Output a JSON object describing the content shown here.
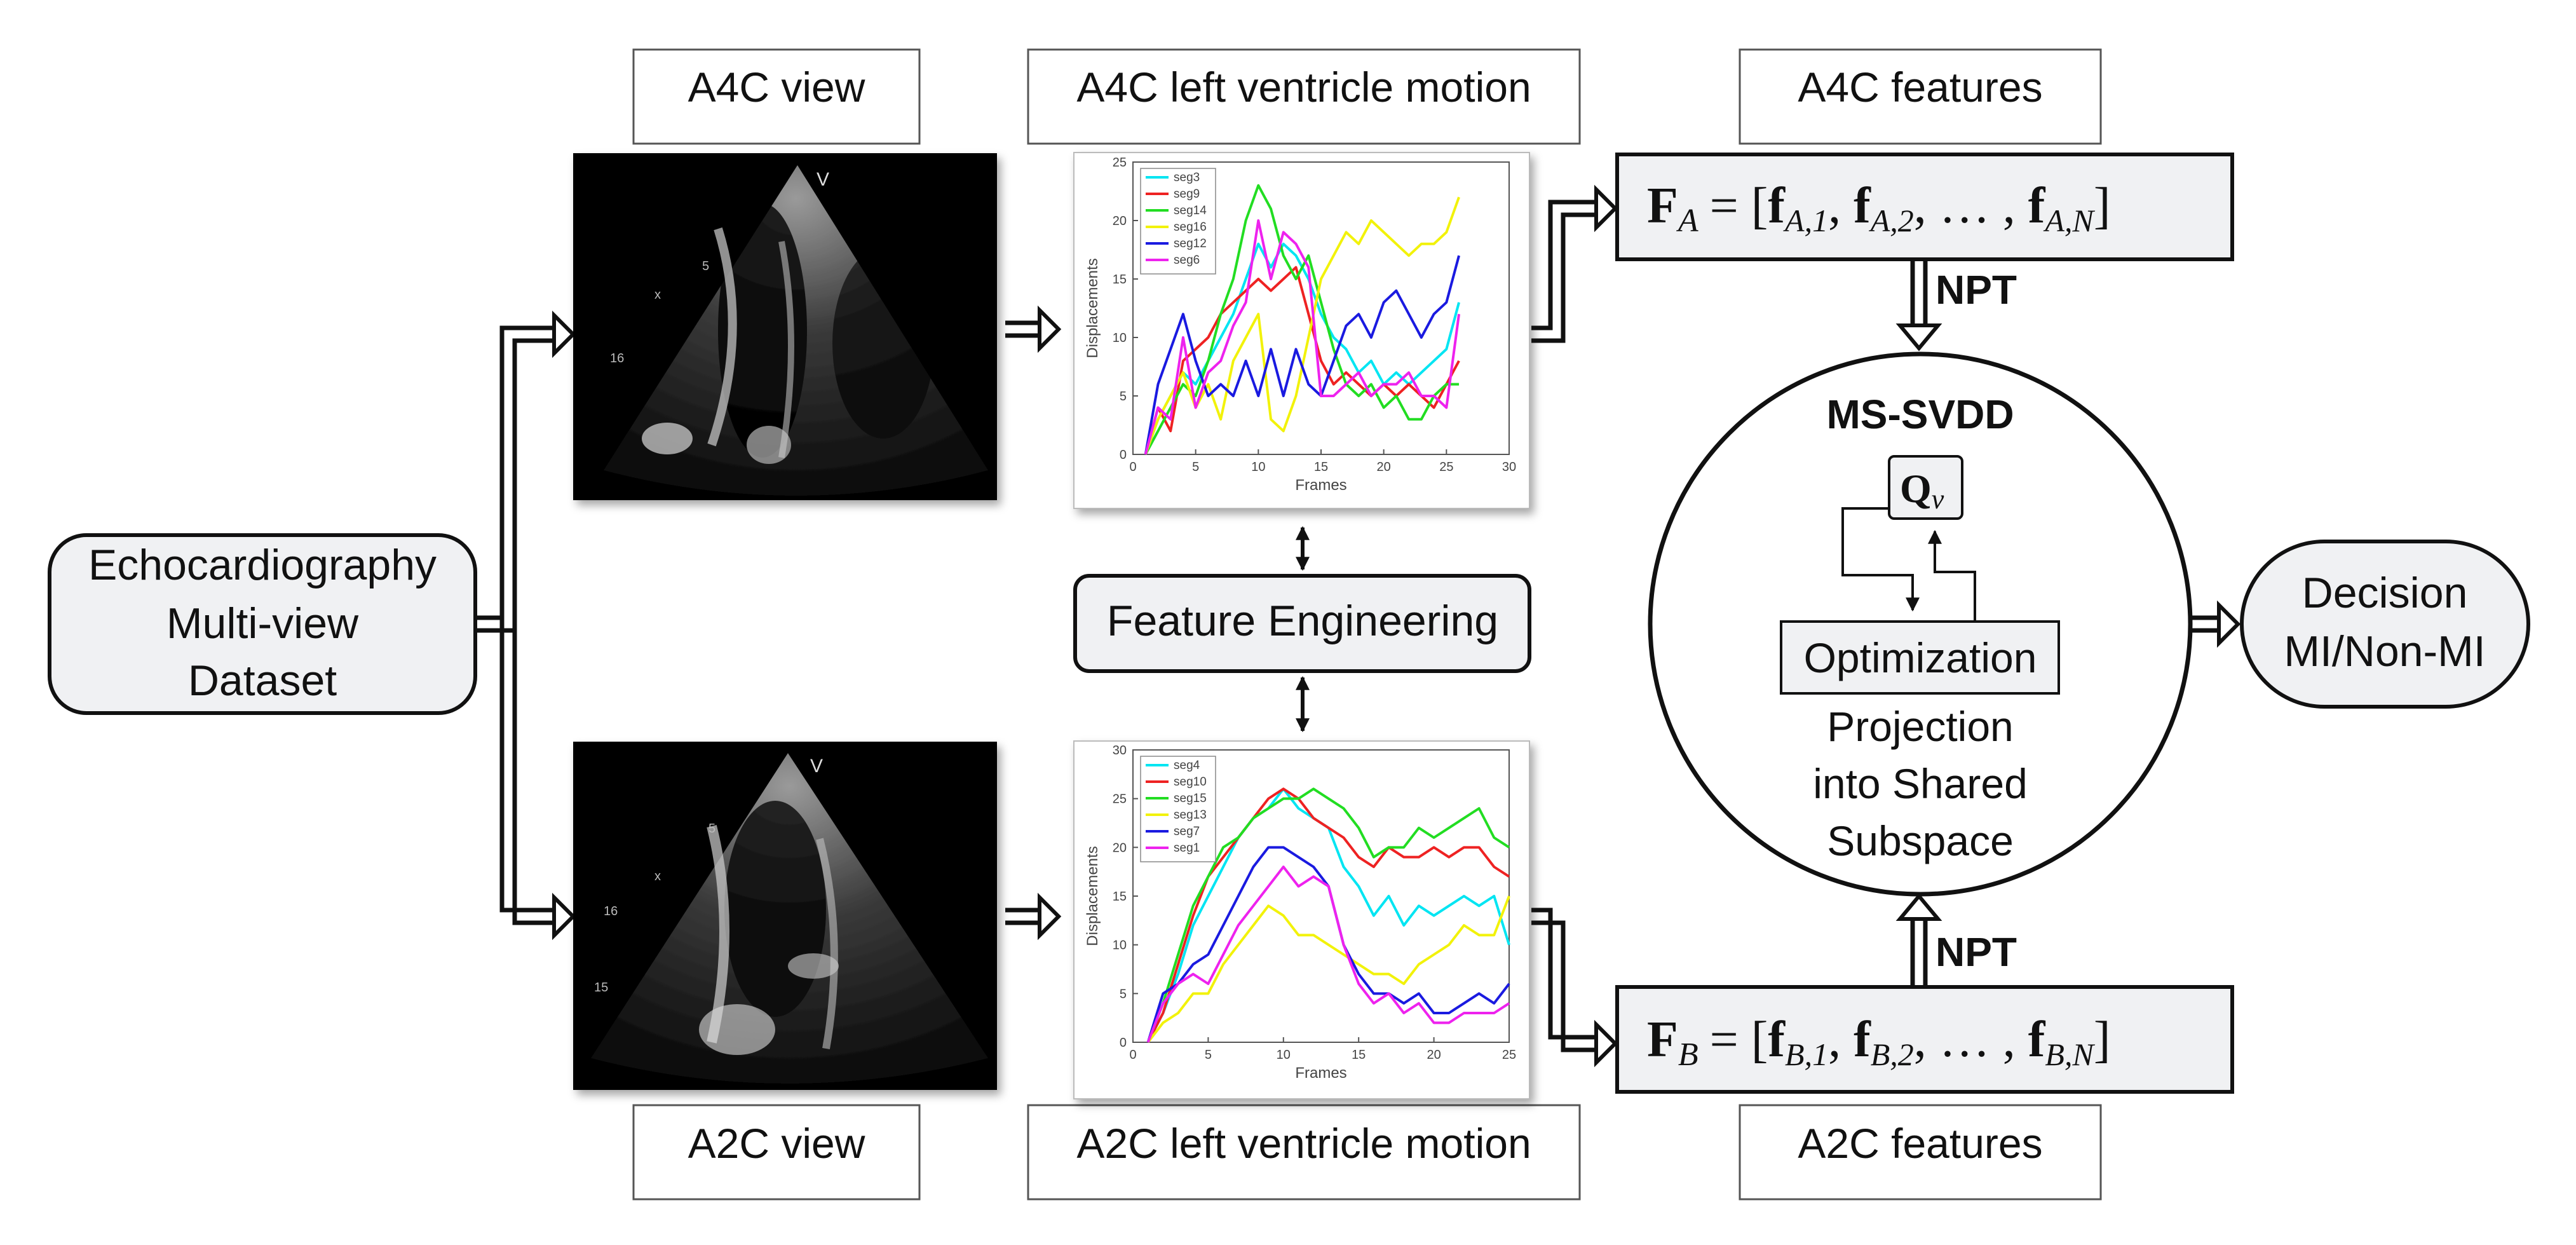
{
  "labels": {
    "dataset": [
      "Echocardiography",
      "Multi-view",
      "Dataset"
    ],
    "a4c_view": "A4C view",
    "a2c_view": "A2C view",
    "a4c_motion": "A4C left ventricle motion",
    "a2c_motion": "A2C left ventricle motion",
    "feature_engineering": "Feature Engineering",
    "a4c_features": "A4C features",
    "a2c_features": "A2C features",
    "npt": "NPT",
    "ms_svdd": "MS-SVDD",
    "q_v": "Q",
    "q_sub": "v",
    "optimization": "Optimization",
    "projection": [
      "Projection",
      "into Shared",
      "Subspace"
    ],
    "decision": [
      "Decision",
      "MI/Non-MI"
    ]
  },
  "echo_marks": {
    "top": {
      "probe": "V",
      "depths": [
        "5",
        "x",
        "16"
      ]
    },
    "bottom": {
      "probe": "V",
      "depths": [
        "5",
        "x",
        "16",
        "15"
      ]
    }
  },
  "formulas": {
    "fa": {
      "F": "F",
      "sub": "A",
      "eq": "= [",
      "f": "f",
      "items": [
        "A,1",
        "A,2",
        "A,N"
      ],
      "dots": "…",
      "close": "]"
    },
    "fb": {
      "F": "F",
      "sub": "B",
      "eq": "= [",
      "f": "f",
      "items": [
        "B,1",
        "B,2",
        "B,N"
      ],
      "dots": "…",
      "close": "]"
    }
  },
  "colors": {
    "box_fill": "#f0f1f3",
    "stroke": "#111111",
    "cyan": "#00e5f2",
    "red": "#ee2222",
    "green": "#22dd22",
    "yellow": "#f2f20a",
    "blue": "#1a1ae0",
    "magenta": "#ee22ee"
  },
  "chart_data": [
    {
      "type": "line",
      "title": "",
      "xlabel": "Frames",
      "ylabel": "Displacements",
      "xlim": [
        0,
        30
      ],
      "ylim": [
        0,
        25
      ],
      "xticks": [
        0,
        5,
        10,
        15,
        20,
        25,
        30
      ],
      "yticks": [
        0,
        5,
        10,
        15,
        20,
        25
      ],
      "legend": "top-left",
      "x": [
        1,
        2,
        3,
        4,
        5,
        6,
        7,
        8,
        9,
        10,
        11,
        12,
        13,
        14,
        15,
        16,
        17,
        18,
        19,
        20,
        21,
        22,
        23,
        24,
        25,
        26
      ],
      "series": [
        {
          "name": "seg3",
          "color": "#00e5f2",
          "values": [
            0,
            3,
            5,
            7,
            6,
            8,
            10,
            12,
            15,
            18,
            16,
            18,
            17,
            15,
            12,
            10,
            9,
            7,
            8,
            6,
            7,
            6,
            7,
            8,
            9,
            13
          ]
        },
        {
          "name": "seg9",
          "color": "#ee2222",
          "values": [
            0,
            4,
            2,
            8,
            9,
            10,
            12,
            13,
            14,
            15,
            14,
            15,
            16,
            12,
            8,
            6,
            7,
            6,
            5,
            6,
            5,
            6,
            5,
            4,
            6,
            8
          ]
        },
        {
          "name": "seg14",
          "color": "#22dd22",
          "values": [
            0,
            2,
            4,
            6,
            5,
            8,
            12,
            15,
            20,
            23,
            21,
            17,
            15,
            17,
            13,
            9,
            6,
            5,
            6,
            4,
            5,
            3,
            3,
            5,
            6,
            6
          ]
        },
        {
          "name": "seg16",
          "color": "#f2f20a",
          "values": [
            0,
            3,
            5,
            7,
            4,
            6,
            3,
            8,
            10,
            12,
            3,
            2,
            5,
            10,
            15,
            17,
            19,
            18,
            20,
            19,
            18,
            17,
            18,
            18,
            19,
            22
          ]
        },
        {
          "name": "seg12",
          "color": "#1a1ae0",
          "values": [
            0,
            6,
            9,
            12,
            8,
            5,
            6,
            5,
            8,
            5,
            9,
            5,
            9,
            6,
            5,
            8,
            11,
            12,
            10,
            13,
            14,
            12,
            10,
            12,
            13,
            17
          ]
        },
        {
          "name": "seg6",
          "color": "#ee22ee",
          "values": [
            0,
            4,
            3,
            10,
            4,
            7,
            8,
            11,
            13,
            20,
            15,
            19,
            18,
            16,
            5,
            5,
            6,
            7,
            5,
            6,
            6,
            7,
            5,
            5,
            4,
            12
          ]
        }
      ]
    },
    {
      "type": "line",
      "title": "",
      "xlabel": "Frames",
      "ylabel": "Displacements",
      "xlim": [
        0,
        25
      ],
      "ylim": [
        0,
        30
      ],
      "xticks": [
        0,
        5,
        10,
        15,
        20,
        25
      ],
      "yticks": [
        0,
        5,
        10,
        15,
        20,
        25,
        30
      ],
      "legend": "top-left",
      "x": [
        1,
        2,
        3,
        4,
        5,
        6,
        7,
        8,
        9,
        10,
        11,
        12,
        13,
        14,
        15,
        16,
        17,
        18,
        19,
        20,
        21,
        22,
        23,
        24,
        25
      ],
      "series": [
        {
          "name": "seg4",
          "color": "#00e5f2",
          "values": [
            0,
            3,
            7,
            12,
            15,
            18,
            21,
            23,
            24,
            26,
            24,
            23,
            22,
            18,
            16,
            13,
            15,
            12,
            14,
            13,
            14,
            15,
            14,
            15,
            10
          ]
        },
        {
          "name": "seg10",
          "color": "#ee2222",
          "values": [
            0,
            3,
            8,
            13,
            17,
            19,
            21,
            23,
            25,
            26,
            25,
            23,
            22,
            21,
            19,
            18,
            20,
            19,
            19,
            20,
            19,
            20,
            20,
            18,
            17
          ]
        },
        {
          "name": "seg15",
          "color": "#22dd22",
          "values": [
            0,
            4,
            9,
            14,
            17,
            20,
            21,
            23,
            24,
            25,
            25,
            26,
            25,
            24,
            22,
            19,
            20,
            20,
            22,
            21,
            22,
            23,
            24,
            21,
            20
          ]
        },
        {
          "name": "seg13",
          "color": "#f2f20a",
          "values": [
            0,
            2,
            3,
            5,
            5,
            8,
            10,
            12,
            14,
            13,
            11,
            11,
            10,
            9,
            8,
            7,
            7,
            6,
            8,
            9,
            10,
            12,
            11,
            11,
            15
          ]
        },
        {
          "name": "seg7",
          "color": "#1a1ae0",
          "values": [
            0,
            5,
            6,
            8,
            9,
            12,
            15,
            18,
            20,
            20,
            19,
            18,
            16,
            10,
            7,
            5,
            5,
            4,
            5,
            3,
            3,
            4,
            5,
            4,
            6
          ]
        },
        {
          "name": "seg1",
          "color": "#ee22ee",
          "values": [
            0,
            4,
            6,
            7,
            6,
            9,
            12,
            14,
            16,
            18,
            16,
            17,
            16,
            10,
            6,
            4,
            5,
            3,
            4,
            2,
            2,
            3,
            3,
            3,
            4
          ]
        }
      ]
    }
  ]
}
